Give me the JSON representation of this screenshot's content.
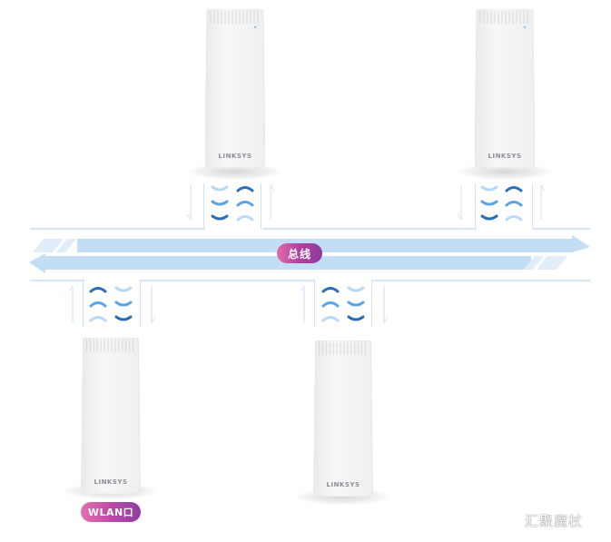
{
  "diagram": {
    "bus": {
      "label": "总线",
      "color": "#c2dcf5",
      "arrows": [
        "right",
        "left"
      ]
    },
    "nodes": [
      {
        "id": "top-left",
        "brand": "LINKSYS",
        "position": "top",
        "connection": "down-up"
      },
      {
        "id": "top-right",
        "brand": "LINKSYS",
        "position": "top",
        "connection": "down-up"
      },
      {
        "id": "bottom-left",
        "brand": "LINKSYS",
        "position": "bottom",
        "connection": "up-down",
        "badge": "WLAN口"
      },
      {
        "id": "bottom-right",
        "brand": "LINKSYS",
        "position": "bottom",
        "connection": "up-down"
      }
    ],
    "wifi_wave_colors": {
      "dark": "#2a6fb5",
      "mid": "#5aa3e6",
      "light": "#b9d8f4"
    },
    "badge_gradient": [
      "#e46fb0",
      "#8d3ea3"
    ]
  },
  "watermark": "汇聚魔杖"
}
